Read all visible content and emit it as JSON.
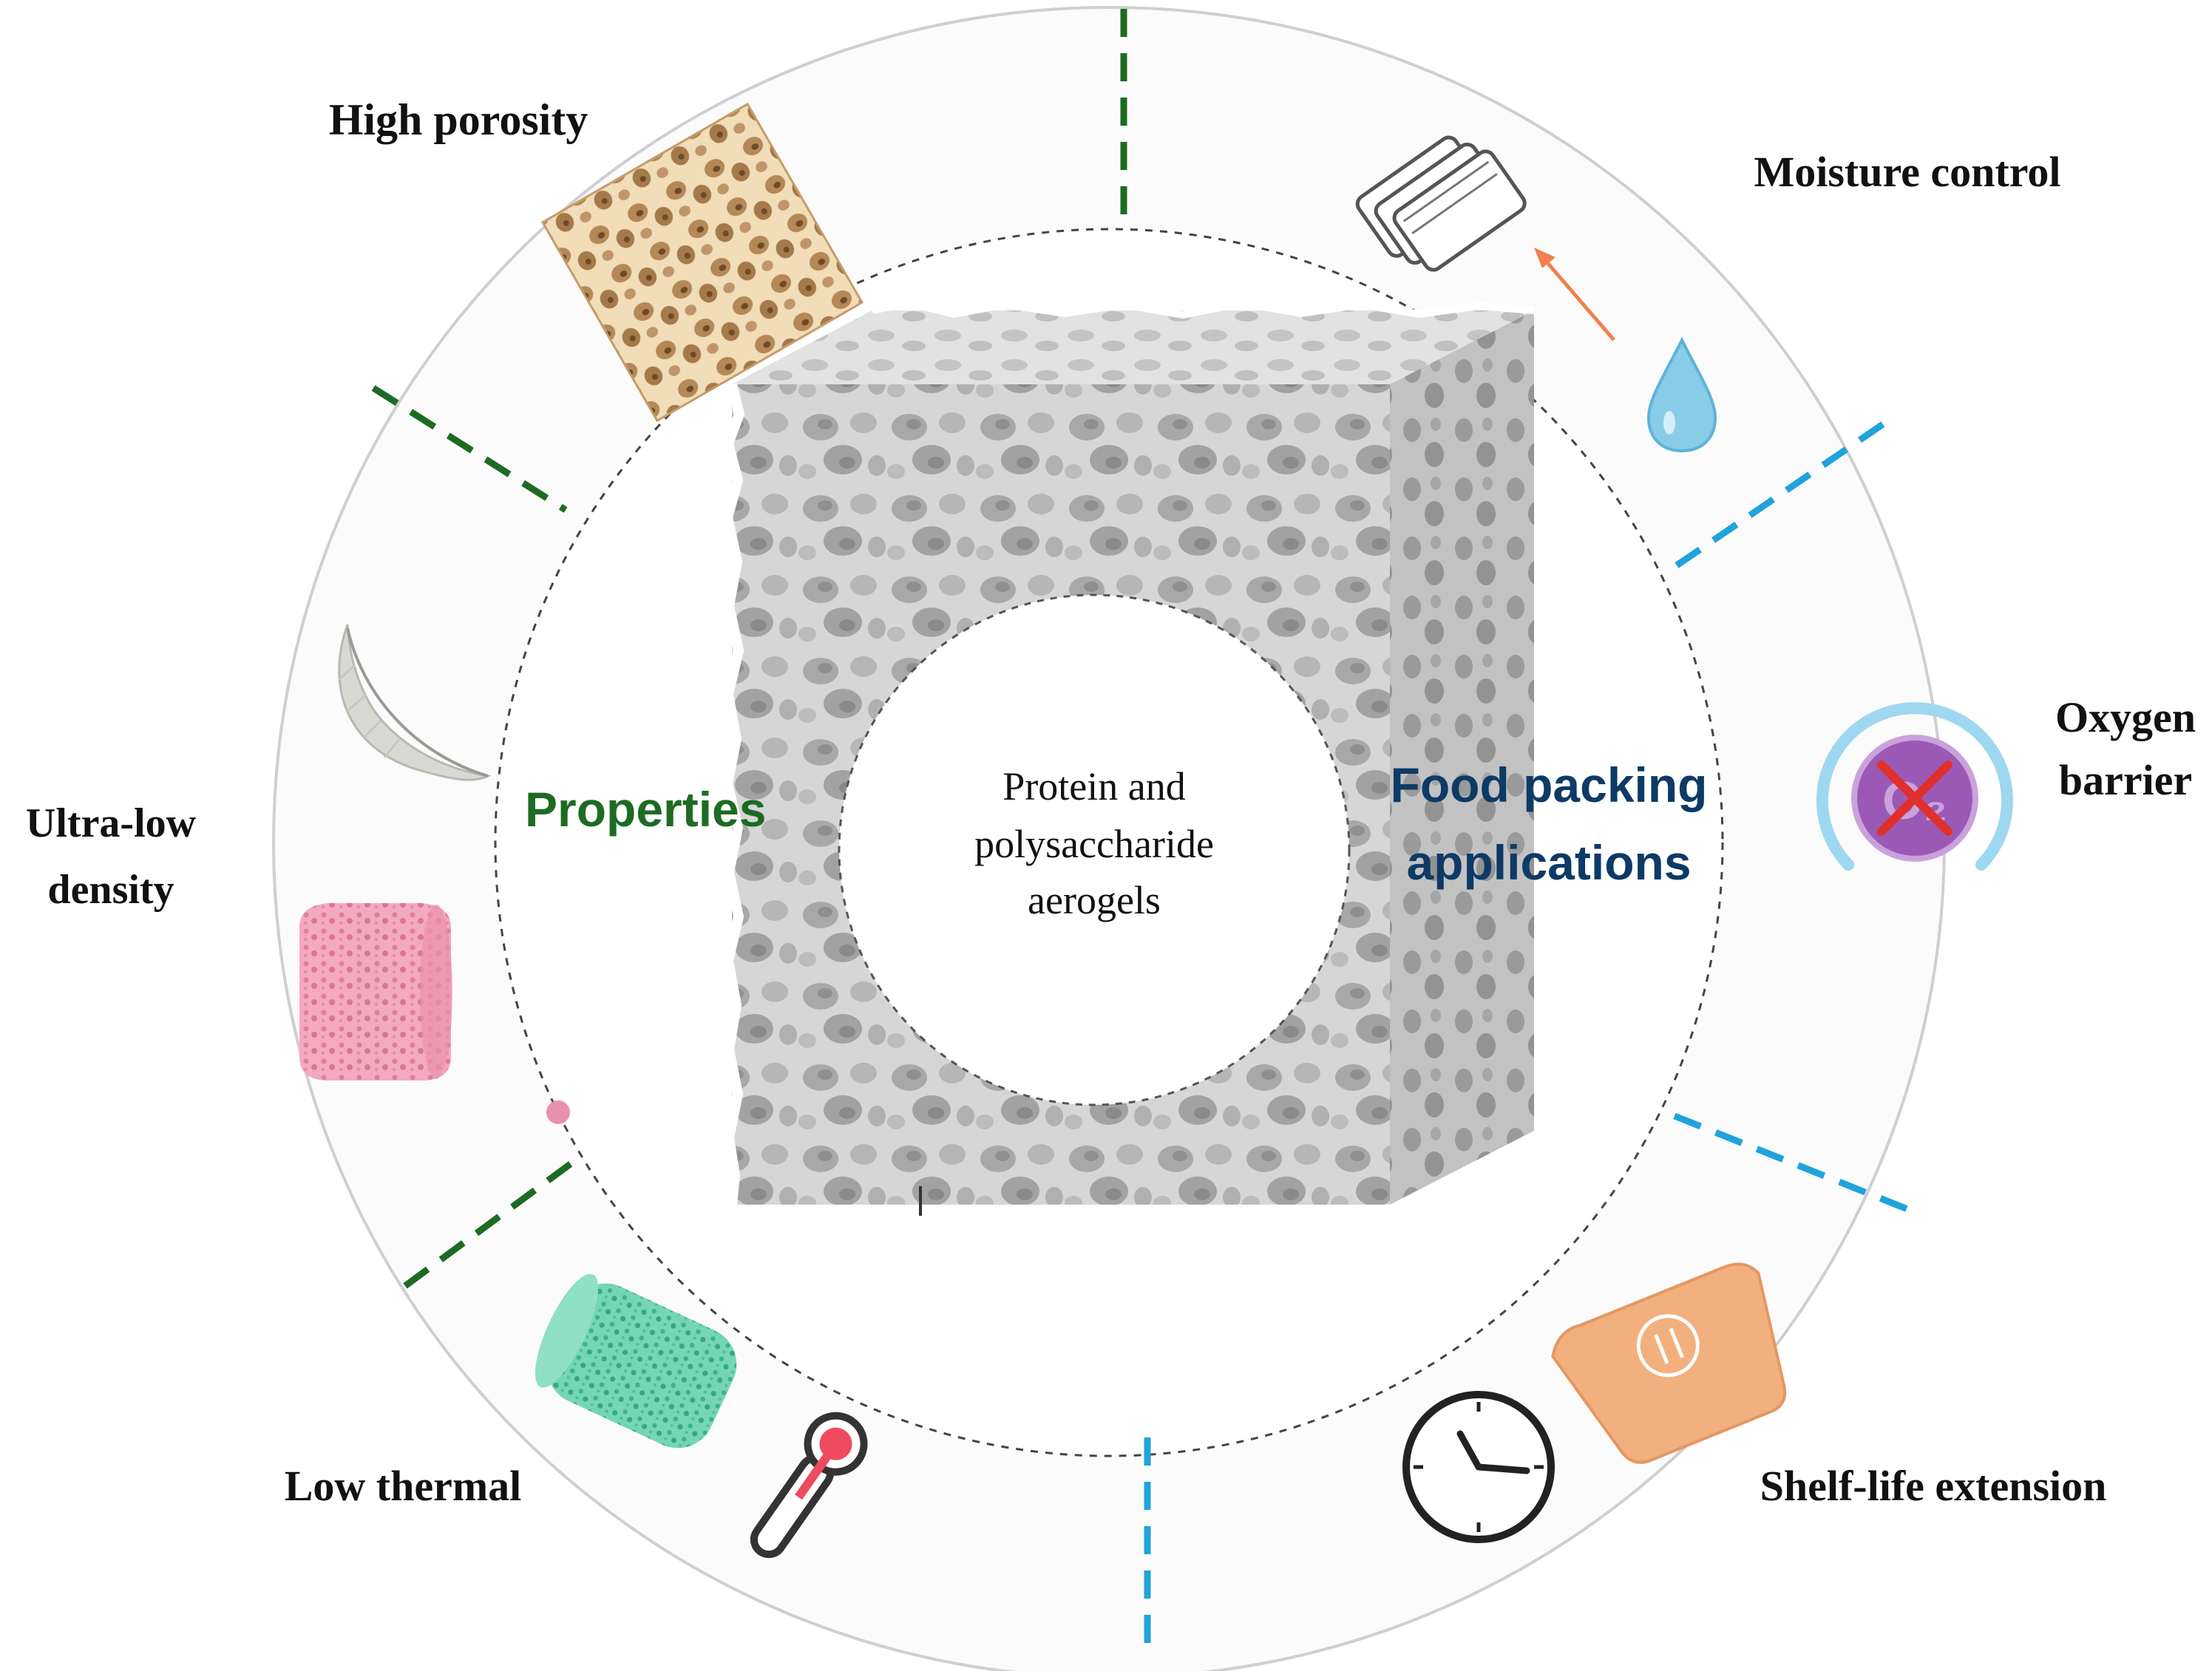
{
  "center": {
    "lines": [
      "Protein and",
      "polysaccharide",
      "aerogels"
    ]
  },
  "sections": {
    "properties": {
      "label": "Properties",
      "color": "#1d6b22"
    },
    "applications": {
      "label_lines": [
        "Food packing",
        "applications"
      ],
      "color": "#0d3a66"
    }
  },
  "properties": {
    "high_porosity": "High porosity",
    "ultra_low_density": [
      "Ultra-low",
      "density"
    ],
    "low_thermal": "Low thermal"
  },
  "applications": {
    "moisture_control": "Moisture control",
    "oxygen_barrier": [
      "Oxygen",
      "barrier"
    ],
    "shelf_life_extension": "Shelf-life extension"
  },
  "icons": {
    "porous-texture": "porous-texture-icon",
    "feather": "feather-icon",
    "pink-sponge": "pink-sponge-icon",
    "green-sponge": "green-sponge-icon",
    "thermometer": "thermometer-icon",
    "sachets": "sachets-icon",
    "arrow": "arrow-icon",
    "water-drop": "water-drop-icon",
    "no-oxygen": "no-oxygen-icon",
    "food-pouch": "food-pouch-icon",
    "clock": "clock-icon"
  },
  "colors": {
    "properties_divider": "#1d6b22",
    "applications_divider": "#1fa3dc",
    "arrow": "#f08050",
    "ring_fill": "#fbfbfb"
  }
}
